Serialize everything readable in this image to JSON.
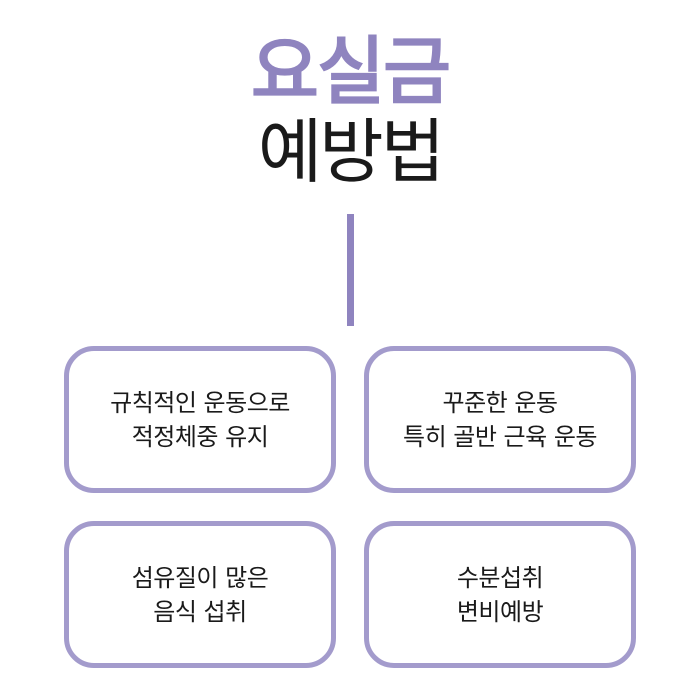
{
  "colors": {
    "accent": "#8f84bf",
    "text_dark": "#1a1a1a",
    "card_border": "#a39bcc"
  },
  "title": {
    "main": "요실금",
    "sub": "예방법"
  },
  "cards": [
    {
      "lines": [
        "규칙적인 운동으로",
        "적정체중 유지"
      ]
    },
    {
      "lines": [
        "꾸준한 운동",
        "특히 골반 근육 운동"
      ]
    },
    {
      "lines": [
        "섬유질이 많은",
        "음식 섭취"
      ]
    },
    {
      "lines": [
        "수분섭취",
        "변비예방"
      ]
    }
  ]
}
